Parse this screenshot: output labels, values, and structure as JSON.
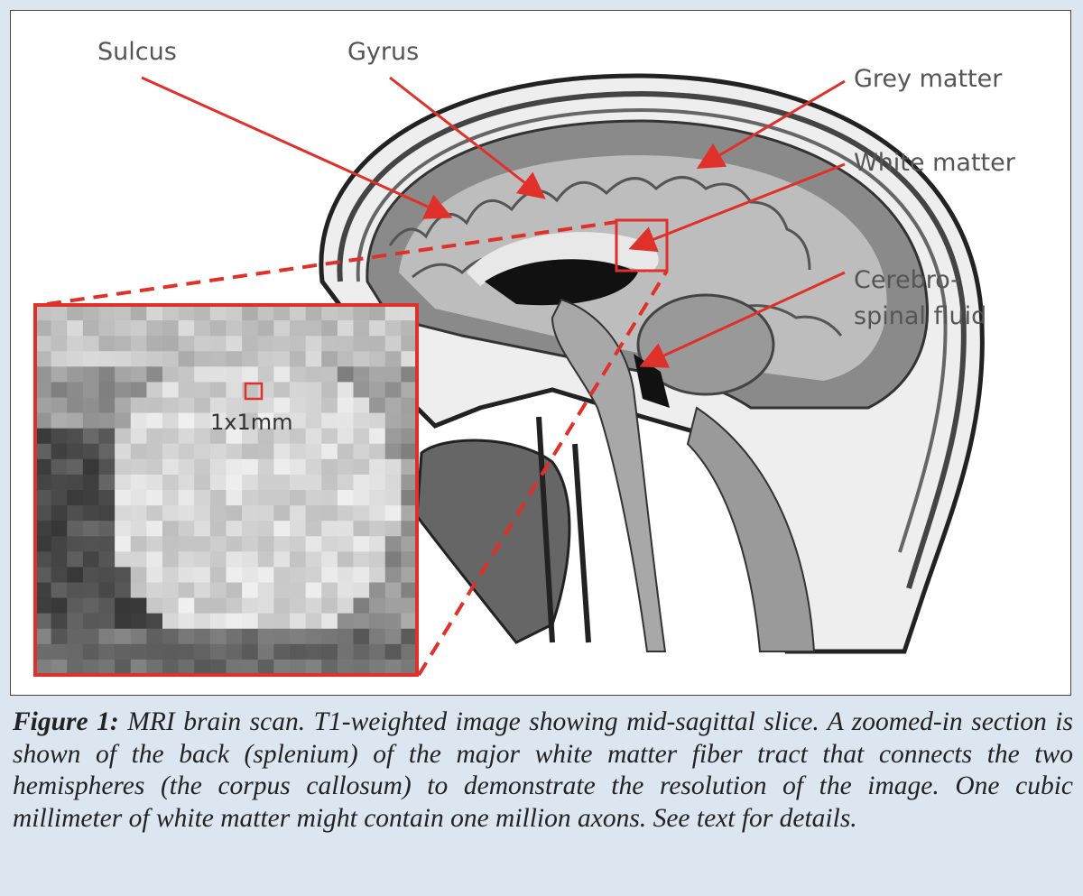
{
  "figure": {
    "labels": {
      "sulcus": "Sulcus",
      "gyrus": "Gyrus",
      "grey_matter": "Grey matter",
      "white_matter": "White matter",
      "csf_line1": "Cerebro-",
      "csf_line2": "spinal fluid",
      "voxel": "1x1mm"
    },
    "accent_color": "#e0302a"
  },
  "caption": {
    "label": "Figure 1:",
    "text": " MRI brain scan.  T1-weighted image showing mid-sagittal slice.  A zoomed-in section is shown of the back (splenium) of the major white matter fiber tract that connects the two hemispheres (the corpus callosum) to demonstrate the resolution of the image.  One cubic millimeter of white matter might contain one million axons.  See text for details."
  }
}
